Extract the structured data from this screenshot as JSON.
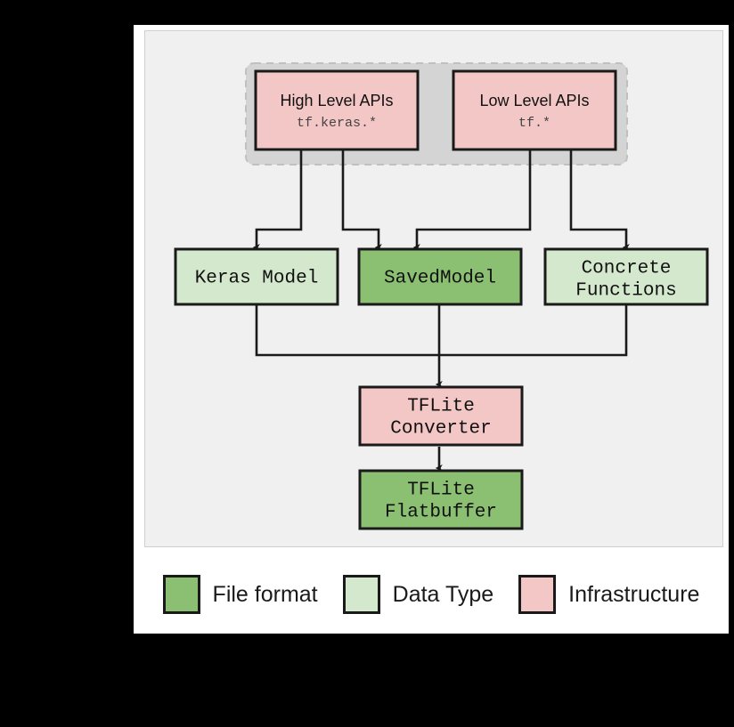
{
  "figure": {
    "background_color": "#000000",
    "card_color": "#ffffff",
    "panel_color": "#f0f0f0",
    "panel_border_color": "#cfcfcf"
  },
  "palette": {
    "file_format": "#8bc072",
    "data_type": "#d4e8cd",
    "infrastructure": "#f4c7c7",
    "node_border": "#1a1a1a",
    "edge": "#1a1a1a",
    "group_fill": "#d4d4d4",
    "group_border": "#c0c0c0"
  },
  "group": {
    "name": "api-group",
    "style": "dashed"
  },
  "nodes": {
    "high_level_apis": {
      "title": "High Level APIs",
      "subtitle": "tf.keras.*",
      "category": "Infrastructure"
    },
    "low_level_apis": {
      "title": "Low Level APIs",
      "subtitle": "tf.*",
      "category": "Infrastructure"
    },
    "keras_model": {
      "label": "Keras Model",
      "category": "Data Type"
    },
    "saved_model": {
      "label": "SavedModel",
      "category": "File format"
    },
    "concrete_functions": {
      "label_line1": "Concrete",
      "label_line2": "Functions",
      "category": "Data Type"
    },
    "tflite_converter": {
      "label_line1": "TFLite",
      "label_line2": "Converter",
      "category": "Infrastructure"
    },
    "tflite_flatbuffer": {
      "label_line1": "TFLite",
      "label_line2": "Flatbuffer",
      "category": "File format"
    }
  },
  "legend": {
    "items": [
      {
        "label": "File format",
        "color": "#8bc072"
      },
      {
        "label": "Data Type",
        "color": "#d4e8cd"
      },
      {
        "label": "Infrastructure",
        "color": "#f4c7c7"
      }
    ]
  },
  "edges": [
    {
      "from": "high_level_apis",
      "to": "keras_model"
    },
    {
      "from": "high_level_apis",
      "to": "saved_model"
    },
    {
      "from": "low_level_apis",
      "to": "saved_model"
    },
    {
      "from": "low_level_apis",
      "to": "concrete_functions"
    },
    {
      "from": "keras_model",
      "to": "tflite_converter"
    },
    {
      "from": "saved_model",
      "to": "tflite_converter"
    },
    {
      "from": "concrete_functions",
      "to": "tflite_converter"
    },
    {
      "from": "tflite_converter",
      "to": "tflite_flatbuffer"
    }
  ]
}
